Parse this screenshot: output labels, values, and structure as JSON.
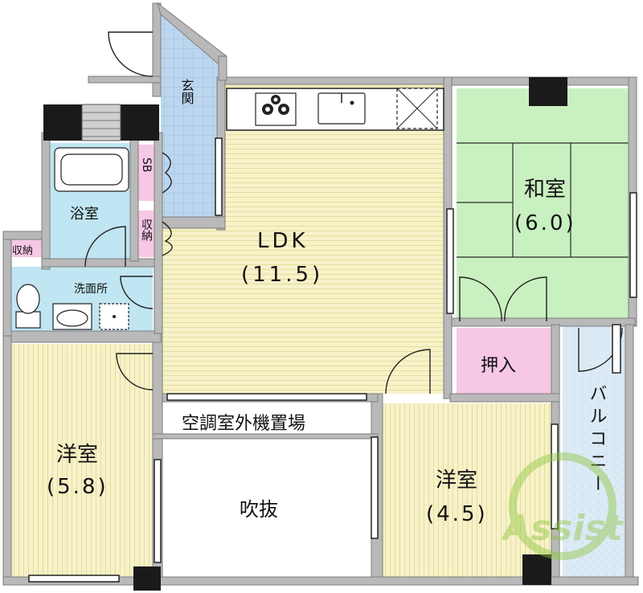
{
  "rooms": {
    "entrance": {
      "label": "玄関"
    },
    "sb": {
      "label": "SB"
    },
    "storage_ldk": {
      "label": "収納"
    },
    "storage_left": {
      "label": "収納"
    },
    "bath": {
      "label": "浴室"
    },
    "washroom": {
      "label": "洗面所"
    },
    "ldk": {
      "label": "LDK",
      "size": "(11.5)"
    },
    "washitsu": {
      "label": "和室",
      "size": "(6.0)"
    },
    "oshiire": {
      "label": "押入"
    },
    "balcony": {
      "label": "バルコニー"
    },
    "ac_area": {
      "label": "空調室外機置場"
    },
    "void": {
      "label": "吹抜"
    },
    "western_left": {
      "label": "洋室",
      "size": "(5.8)"
    },
    "western_right": {
      "label": "洋室",
      "size": "(4.5)"
    }
  },
  "watermark": {
    "text": "Assist"
  },
  "colors": {
    "wall": "#b9b9b9",
    "wall_dark": "#1a1a1a",
    "floor": "#f6f1c4",
    "tile_blue": "#bcd6ef",
    "tatami": "#c9f0c0",
    "storage_pink": "#f7c7e6",
    "balcony": "#d6e8f6"
  }
}
